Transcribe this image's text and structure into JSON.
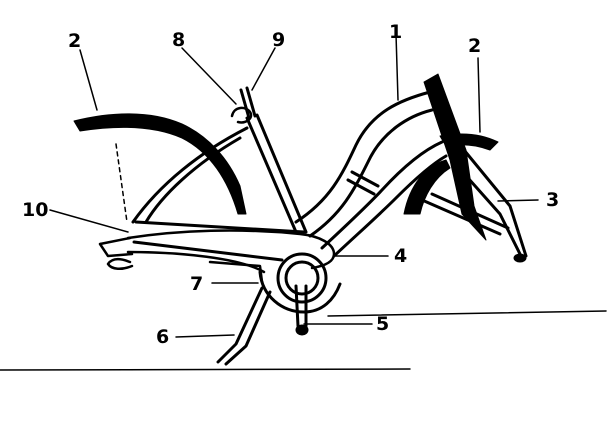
{
  "callouts": [
    {
      "id": "frame",
      "label": "1"
    },
    {
      "id": "fender-rear",
      "label": "2"
    },
    {
      "id": "fender-front",
      "label": "2"
    },
    {
      "id": "fork-brace",
      "label": "3"
    },
    {
      "id": "chain-guard",
      "label": "4"
    },
    {
      "id": "pedal-crank",
      "label": "5"
    },
    {
      "id": "kickstand",
      "label": "6"
    },
    {
      "id": "bracket",
      "label": "7"
    },
    {
      "id": "seat-post",
      "label": "8"
    },
    {
      "id": "seat-clamp",
      "label": "9"
    },
    {
      "id": "dropout",
      "label": "10"
    }
  ]
}
